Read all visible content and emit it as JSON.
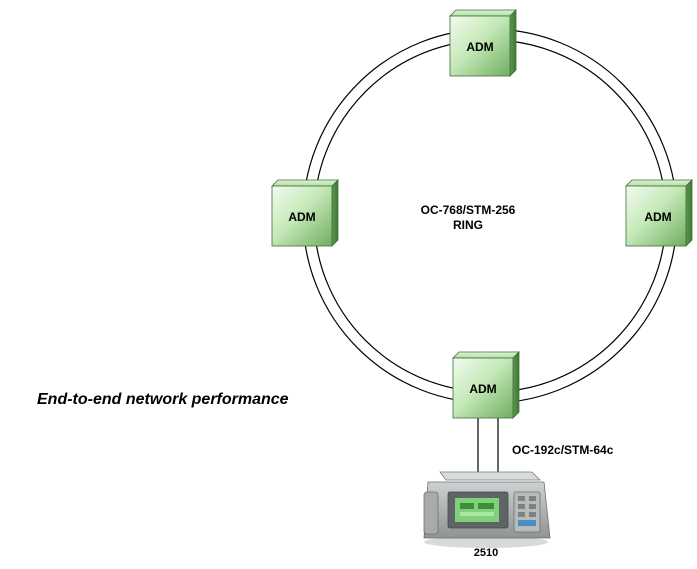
{
  "caption": "End-to-end network performance",
  "ring": {
    "label_line1": "OC-768/STM-256",
    "label_line2": "RING"
  },
  "nodes": [
    {
      "id": "top",
      "label": "ADM"
    },
    {
      "id": "left",
      "label": "ADM"
    },
    {
      "id": "right",
      "label": "ADM"
    },
    {
      "id": "bottom",
      "label": "ADM"
    }
  ],
  "link": {
    "label": "OC-192c/STM-64c"
  },
  "device": {
    "label": "2510",
    "icon": "test-set-icon"
  },
  "colors": {
    "box_light": "#e6f6e0",
    "box_mid": "#a9dc98",
    "box_dark": "#6aa65b",
    "box_side": "#4f8c45",
    "ring_stroke": "#000000"
  }
}
